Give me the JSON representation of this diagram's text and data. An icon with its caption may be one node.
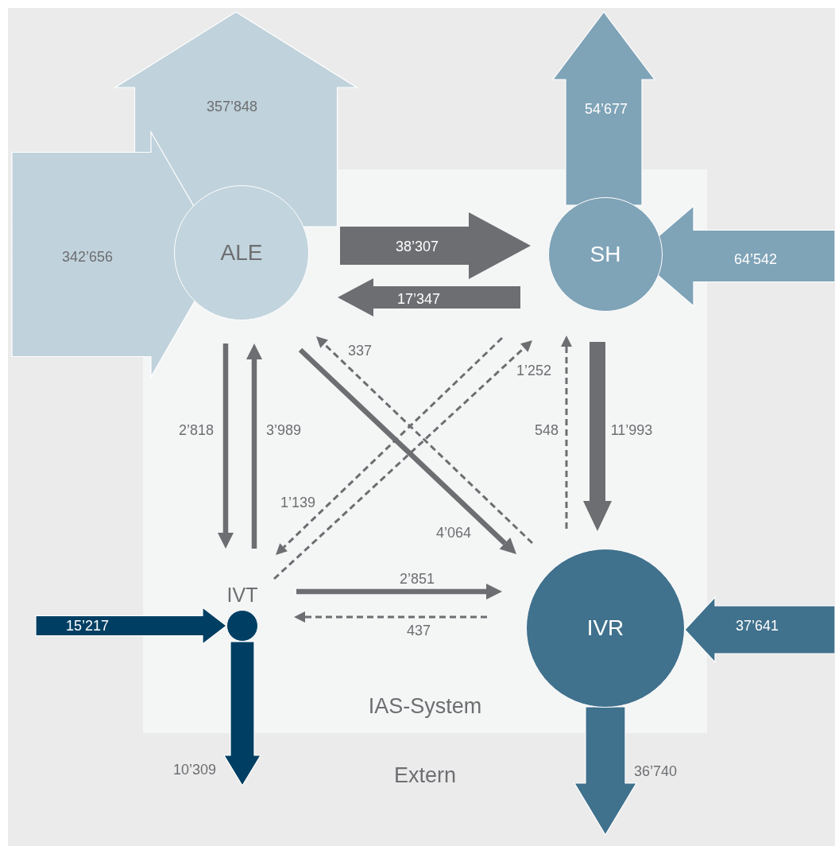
{
  "diagram": {
    "nodes": [
      {
        "text": [
          "Extern"
        ]
      },
      {
        "text": [
          "IAS-System"
        ],
        "in": 0
      },
      {
        "text": [
          "ALE"
        ],
        "in": 1
      },
      {
        "text": [
          "SH"
        ],
        "in": 1
      },
      {
        "text": [
          "IVT"
        ],
        "in": 1
      },
      {
        "text": [
          "IVR"
        ],
        "in": 1
      }
    ],
    "edges": [
      {
        "from": 2,
        "to": null,
        "arrow": "to",
        "label": "357’848",
        "style": "thick",
        "color": "#c0d2db"
      },
      {
        "from": null,
        "to": 2,
        "arrow": "to",
        "label": "342’656",
        "style": "thick",
        "color": "#c0d2db"
      },
      {
        "from": 3,
        "to": null,
        "arrow": "to",
        "label": "54’677",
        "style": "thick",
        "color": "#7fa3b7"
      },
      {
        "from": null,
        "to": 3,
        "arrow": "to",
        "label": "64’542",
        "style": "thick",
        "color": "#7fa3b7"
      },
      {
        "from": 2,
        "to": 3,
        "arrow": "to",
        "label": "38’307",
        "style": "thick"
      },
      {
        "from": 3,
        "to": 2,
        "arrow": "to",
        "label": "17’347",
        "style": "thick"
      },
      {
        "from": 2,
        "to": 4,
        "arrow": "to",
        "label": "2’818",
        "style": "thick"
      },
      {
        "from": 4,
        "to": 2,
        "arrow": "to",
        "label": "3’989",
        "style": "thick"
      },
      {
        "from": 2,
        "to": 5,
        "arrow": "to",
        "label": "4’064",
        "style": "thick"
      },
      {
        "from": 5,
        "to": 2,
        "arrow": "to",
        "label": "337",
        "style": "dashed"
      },
      {
        "from": 3,
        "to": 4,
        "arrow": "to",
        "label": "1’139",
        "style": "dashed"
      },
      {
        "from": 4,
        "to": 3,
        "arrow": "to",
        "label": "1’252",
        "style": "dashed"
      },
      {
        "from": 5,
        "to": 3,
        "arrow": "to",
        "label": "548",
        "style": "dashed"
      },
      {
        "from": 3,
        "to": 5,
        "arrow": "to",
        "label": "11’993",
        "style": "thick"
      },
      {
        "from": 4,
        "to": 5,
        "arrow": "to",
        "label": "2’851",
        "style": "thick"
      },
      {
        "from": 5,
        "to": 4,
        "arrow": "to",
        "label": "437",
        "style": "dashed"
      },
      {
        "from": null,
        "to": 4,
        "arrow": "to",
        "label": "15’217",
        "style": "thick",
        "color": "#003f63"
      },
      {
        "from": 4,
        "to": null,
        "arrow": "to",
        "label": "10’309",
        "style": "thick",
        "color": "#003f63"
      },
      {
        "from": null,
        "to": 5,
        "arrow": "to",
        "label": "37’641",
        "style": "thick",
        "color": "#40718d"
      },
      {
        "from": 5,
        "to": null,
        "arrow": "to",
        "label": "36’740",
        "style": "thick",
        "color": "#40718d"
      }
    ]
  }
}
